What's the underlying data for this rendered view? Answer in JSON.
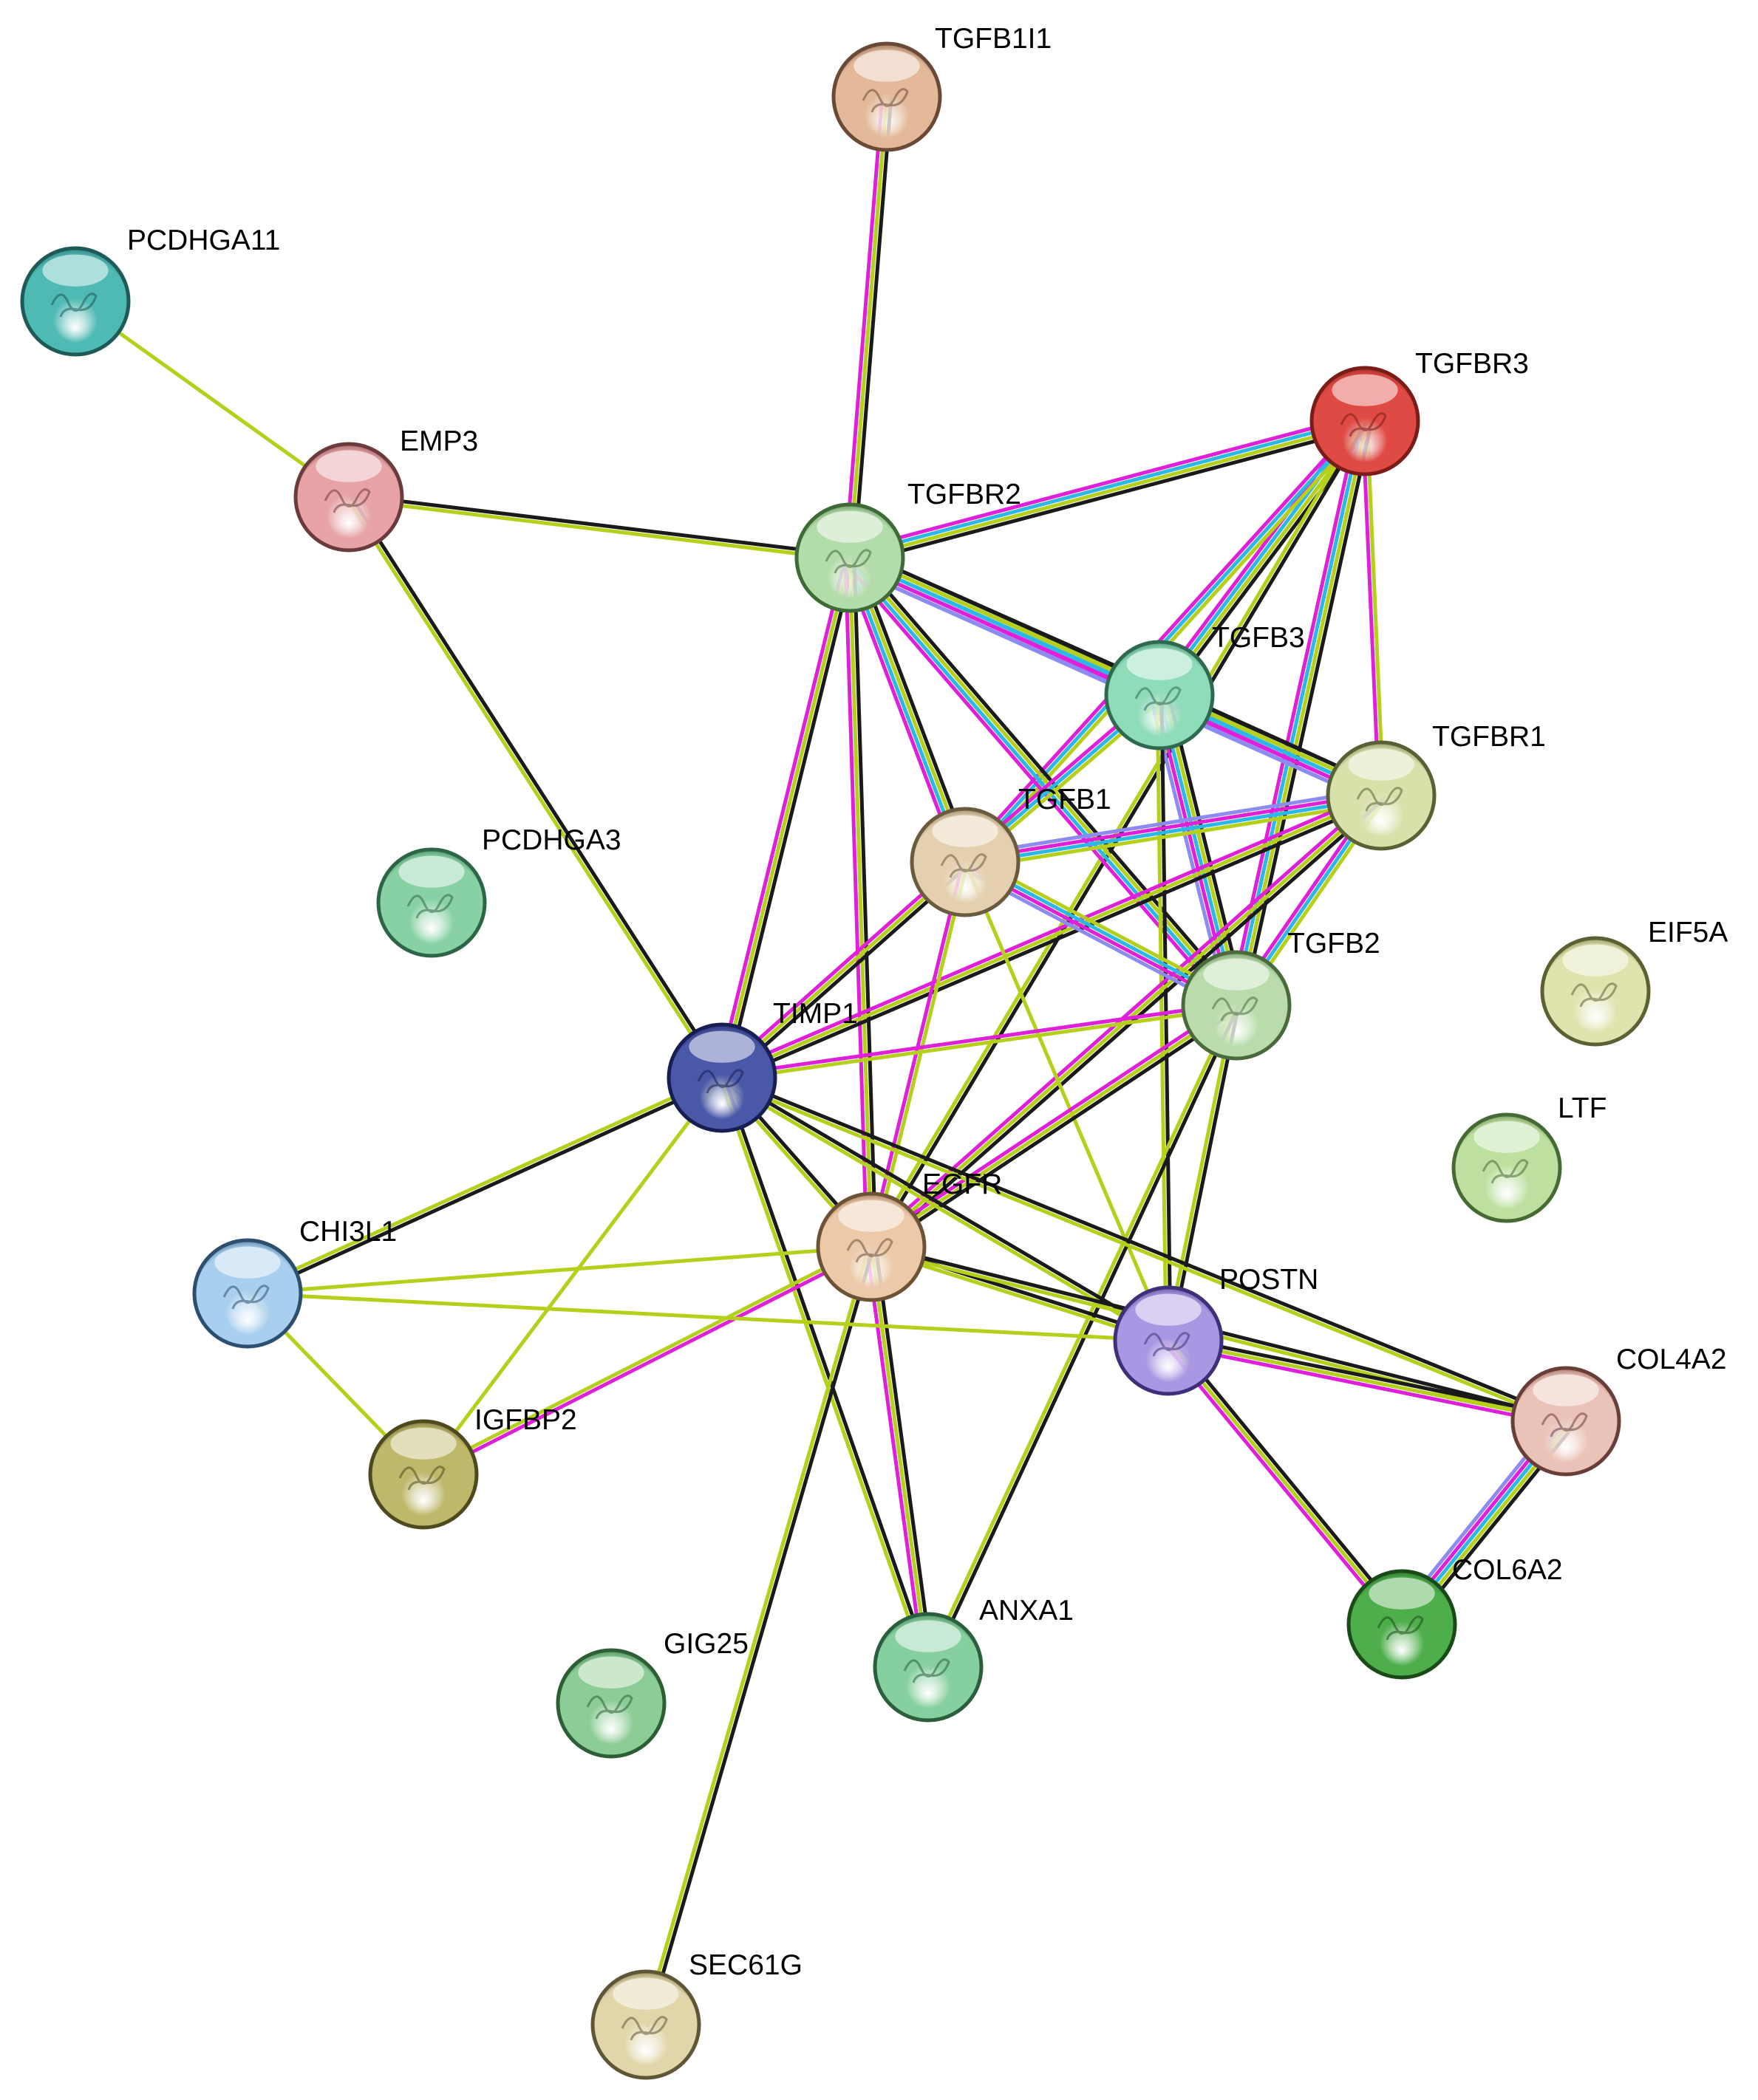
{
  "network": {
    "nodes": [
      {
        "id": "TGFB1I1",
        "label": "TGFB1I1",
        "color": "#e3b99a",
        "rim": "#6a4a36"
      },
      {
        "id": "PCDHGA11",
        "label": "PCDHGA11",
        "color": "#4fb9b3",
        "rim": "#1d5a58"
      },
      {
        "id": "TGFBR3",
        "label": "TGFBR3",
        "color": "#e04a44",
        "rim": "#7a1c18"
      },
      {
        "id": "EMP3",
        "label": "EMP3",
        "color": "#e7a3a6",
        "rim": "#6b3a3c"
      },
      {
        "id": "TGFBR2",
        "label": "TGFBR2",
        "color": "#b3dcab",
        "rim": "#3e6a38"
      },
      {
        "id": "TGFB3",
        "label": "TGFB3",
        "color": "#8fdcb9",
        "rim": "#2f6a50"
      },
      {
        "id": "TGFBR1",
        "label": "TGFBR1",
        "color": "#d9e1ab",
        "rim": "#5a6036"
      },
      {
        "id": "TGFB1",
        "label": "TGFB1",
        "color": "#e4d0ae",
        "rim": "#6a5a3e"
      },
      {
        "id": "PCDHGA3",
        "label": "PCDHGA3",
        "color": "#87d1a4",
        "rim": "#2d6646"
      },
      {
        "id": "TGFB2",
        "label": "TGFB2",
        "color": "#b8dcab",
        "rim": "#4a6a3e"
      },
      {
        "id": "EIF5A",
        "label": "EIF5A",
        "color": "#dfe3ae",
        "rim": "#5c6032"
      },
      {
        "id": "TIMP1",
        "label": "TIMP1",
        "color": "#4a58a8",
        "rim": "#171e52"
      },
      {
        "id": "LTF",
        "label": "LTF",
        "color": "#bde0a0",
        "rim": "#466a34"
      },
      {
        "id": "EGFR",
        "label": "EGFR",
        "color": "#ecc9a9",
        "rim": "#6e5236"
      },
      {
        "id": "CHI3L1",
        "label": "CHI3L1",
        "color": "#a9cfee",
        "rim": "#2c4f70"
      },
      {
        "id": "POSTN",
        "label": "POSTN",
        "color": "#aa97e3",
        "rim": "#3e2f78"
      },
      {
        "id": "COL4A2",
        "label": "COL4A2",
        "color": "#ebc2b7",
        "rim": "#6a3e38"
      },
      {
        "id": "IGFBP2",
        "label": "IGFBP2",
        "color": "#bdb86a",
        "rim": "#4e4a1e"
      },
      {
        "id": "COL6A2",
        "label": "COL6A2",
        "color": "#4eae4c",
        "rim": "#1a4a18"
      },
      {
        "id": "GIG25",
        "label": "GIG25",
        "color": "#8ccc96",
        "rim": "#2e5e36"
      },
      {
        "id": "ANXA1",
        "label": "ANXA1",
        "color": "#86cf9e",
        "rim": "#2a5e3c"
      },
      {
        "id": "SEC61G",
        "label": "SEC61G",
        "color": "#e0d6a9",
        "rim": "#5e5636"
      }
    ],
    "edge_colors": {
      "black": "#1a1a1a",
      "yellowgreen": "#b5cf1a",
      "magenta": "#e01fd9",
      "cyan": "#2bb8e6",
      "blue": "#8c8cf0"
    },
    "edges": [
      {
        "source": "TGFB1I1",
        "target": "TGFBR2",
        "channels": [
          "black",
          "yellowgreen",
          "magenta"
        ]
      },
      {
        "source": "PCDHGA11",
        "target": "EMP3",
        "channels": [
          "yellowgreen"
        ]
      },
      {
        "source": "EMP3",
        "target": "TGFBR2",
        "channels": [
          "black",
          "yellowgreen"
        ]
      },
      {
        "source": "EMP3",
        "target": "TIMP1",
        "channels": [
          "black",
          "yellowgreen"
        ]
      },
      {
        "source": "TGFBR3",
        "target": "TGFBR2",
        "channels": [
          "black",
          "yellowgreen",
          "cyan",
          "magenta"
        ]
      },
      {
        "source": "TGFBR3",
        "target": "TGFB3",
        "channels": [
          "black",
          "yellowgreen",
          "cyan",
          "magenta"
        ]
      },
      {
        "source": "TGFBR3",
        "target": "TGFBR1",
        "channels": [
          "yellowgreen",
          "magenta"
        ]
      },
      {
        "source": "TGFBR3",
        "target": "TGFB2",
        "channels": [
          "black",
          "yellowgreen",
          "cyan",
          "magenta"
        ]
      },
      {
        "source": "TGFBR3",
        "target": "TGFB1",
        "channels": [
          "yellowgreen",
          "cyan",
          "magenta"
        ]
      },
      {
        "source": "TGFBR3",
        "target": "EGFR",
        "channels": [
          "black",
          "yellowgreen"
        ]
      },
      {
        "source": "TGFBR2",
        "target": "TGFB3",
        "channels": [
          "black",
          "yellowgreen",
          "cyan",
          "magenta",
          "blue"
        ]
      },
      {
        "source": "TGFBR2",
        "target": "TGFBR1",
        "channels": [
          "black",
          "yellowgreen",
          "cyan",
          "magenta",
          "blue"
        ]
      },
      {
        "source": "TGFBR2",
        "target": "TGFB1",
        "channels": [
          "black",
          "yellowgreen",
          "cyan",
          "magenta"
        ]
      },
      {
        "source": "TGFBR2",
        "target": "TGFB2",
        "channels": [
          "black",
          "yellowgreen",
          "cyan",
          "magenta"
        ]
      },
      {
        "source": "TGFBR2",
        "target": "TIMP1",
        "channels": [
          "black",
          "yellowgreen",
          "magenta"
        ]
      },
      {
        "source": "TGFBR2",
        "target": "EGFR",
        "channels": [
          "black",
          "yellowgreen",
          "magenta"
        ]
      },
      {
        "source": "TGFB3",
        "target": "TGFBR1",
        "channels": [
          "black",
          "yellowgreen",
          "cyan",
          "magenta",
          "blue"
        ]
      },
      {
        "source": "TGFB3",
        "target": "TGFB1",
        "channels": [
          "yellowgreen",
          "cyan",
          "magenta"
        ]
      },
      {
        "source": "TGFB3",
        "target": "TGFB2",
        "channels": [
          "black",
          "yellowgreen",
          "cyan",
          "magenta",
          "blue"
        ]
      },
      {
        "source": "TGFB3",
        "target": "POSTN",
        "channels": [
          "black",
          "yellowgreen"
        ]
      },
      {
        "source": "TGFBR1",
        "target": "TGFB1",
        "channels": [
          "yellowgreen",
          "cyan",
          "magenta",
          "blue"
        ]
      },
      {
        "source": "TGFBR1",
        "target": "TGFB2",
        "channels": [
          "yellowgreen",
          "cyan",
          "magenta"
        ]
      },
      {
        "source": "TGFBR1",
        "target": "TIMP1",
        "channels": [
          "black",
          "yellowgreen",
          "magenta"
        ]
      },
      {
        "source": "TGFBR1",
        "target": "EGFR",
        "channels": [
          "black",
          "yellowgreen",
          "magenta"
        ]
      },
      {
        "source": "TGFB1",
        "target": "TGFB2",
        "channels": [
          "yellowgreen",
          "cyan",
          "magenta",
          "blue"
        ]
      },
      {
        "source": "TGFB1",
        "target": "TIMP1",
        "channels": [
          "black",
          "yellowgreen",
          "magenta"
        ]
      },
      {
        "source": "TGFB1",
        "target": "EGFR",
        "channels": [
          "yellowgreen",
          "magenta"
        ]
      },
      {
        "source": "TGFB1",
        "target": "POSTN",
        "channels": [
          "yellowgreen"
        ]
      },
      {
        "source": "TGFB2",
        "target": "TIMP1",
        "channels": [
          "yellowgreen",
          "magenta"
        ]
      },
      {
        "source": "TGFB2",
        "target": "EGFR",
        "channels": [
          "black",
          "yellowgreen",
          "magenta"
        ]
      },
      {
        "source": "TGFB2",
        "target": "POSTN",
        "channels": [
          "black",
          "yellowgreen"
        ]
      },
      {
        "source": "TGFB2",
        "target": "ANXA1",
        "channels": [
          "black",
          "yellowgreen"
        ]
      },
      {
        "source": "TIMP1",
        "target": "EGFR",
        "channels": [
          "black",
          "yellowgreen"
        ]
      },
      {
        "source": "TIMP1",
        "target": "CHI3L1",
        "channels": [
          "black",
          "yellowgreen"
        ]
      },
      {
        "source": "TIMP1",
        "target": "IGFBP2",
        "channels": [
          "yellowgreen"
        ]
      },
      {
        "source": "TIMP1",
        "target": "POSTN",
        "channels": [
          "black",
          "yellowgreen"
        ]
      },
      {
        "source": "TIMP1",
        "target": "COL4A2",
        "channels": [
          "black",
          "yellowgreen"
        ]
      },
      {
        "source": "TIMP1",
        "target": "ANXA1",
        "channels": [
          "black",
          "yellowgreen"
        ]
      },
      {
        "source": "EGFR",
        "target": "CHI3L1",
        "channels": [
          "yellowgreen"
        ]
      },
      {
        "source": "EGFR",
        "target": "POSTN",
        "channels": [
          "black",
          "yellowgreen"
        ]
      },
      {
        "source": "EGFR",
        "target": "COL4A2",
        "channels": [
          "black",
          "yellowgreen"
        ]
      },
      {
        "source": "EGFR",
        "target": "IGFBP2",
        "channels": [
          "magenta",
          "yellowgreen"
        ]
      },
      {
        "source": "EGFR",
        "target": "ANXA1",
        "channels": [
          "black",
          "yellowgreen",
          "magenta"
        ]
      },
      {
        "source": "EGFR",
        "target": "SEC61G",
        "channels": [
          "black",
          "yellowgreen"
        ]
      },
      {
        "source": "CHI3L1",
        "target": "IGFBP2",
        "channels": [
          "yellowgreen"
        ]
      },
      {
        "source": "CHI3L1",
        "target": "POSTN",
        "channels": [
          "yellowgreen"
        ]
      },
      {
        "source": "POSTN",
        "target": "COL4A2",
        "channels": [
          "black",
          "yellowgreen",
          "magenta"
        ]
      },
      {
        "source": "POSTN",
        "target": "COL6A2",
        "channels": [
          "black",
          "yellowgreen",
          "magenta"
        ]
      },
      {
        "source": "COL4A2",
        "target": "COL6A2",
        "channels": [
          "black",
          "yellowgreen",
          "cyan",
          "magenta",
          "blue"
        ]
      }
    ]
  }
}
